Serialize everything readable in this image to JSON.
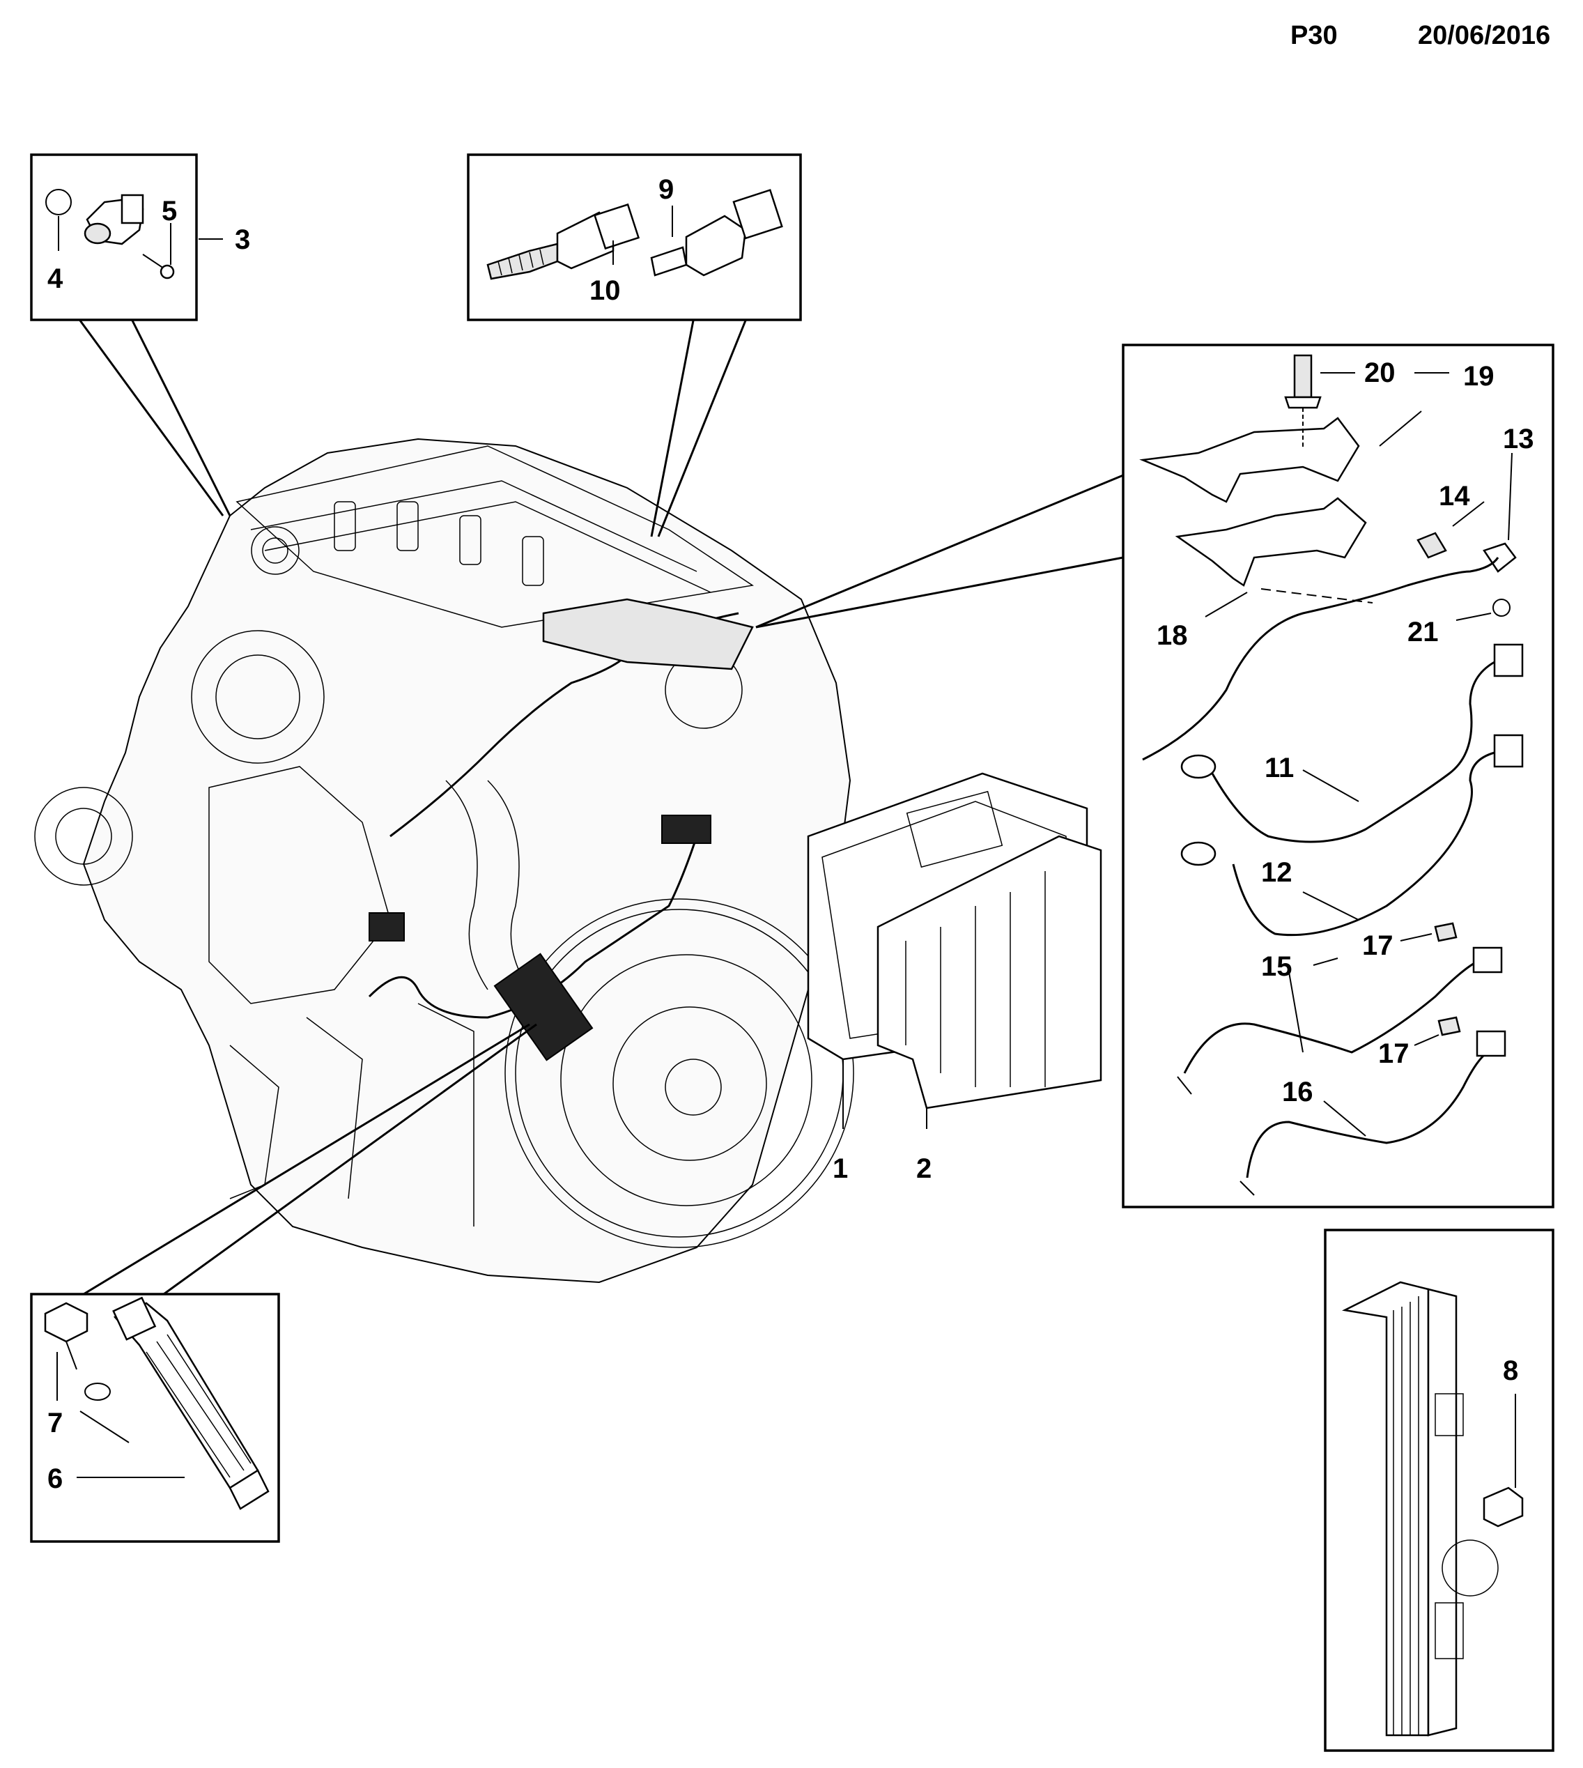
{
  "header": {
    "page_code": "P30",
    "date": "20/06/2016"
  },
  "callouts": {
    "c1": "1",
    "c2": "2",
    "c3": "3",
    "c4": "4",
    "c5": "5",
    "c6": "6",
    "c7": "7",
    "c8": "8",
    "c9": "9",
    "c10": "10",
    "c11": "11",
    "c12": "12",
    "c13": "13",
    "c14": "14",
    "c15": "15",
    "c16": "16",
    "c17a": "17",
    "c17b": "17",
    "c18": "18",
    "c19": "19",
    "c20": "20",
    "c21": "21"
  },
  "colors": {
    "line": "#000000",
    "background": "#ffffff",
    "fill": "#ffffff"
  }
}
